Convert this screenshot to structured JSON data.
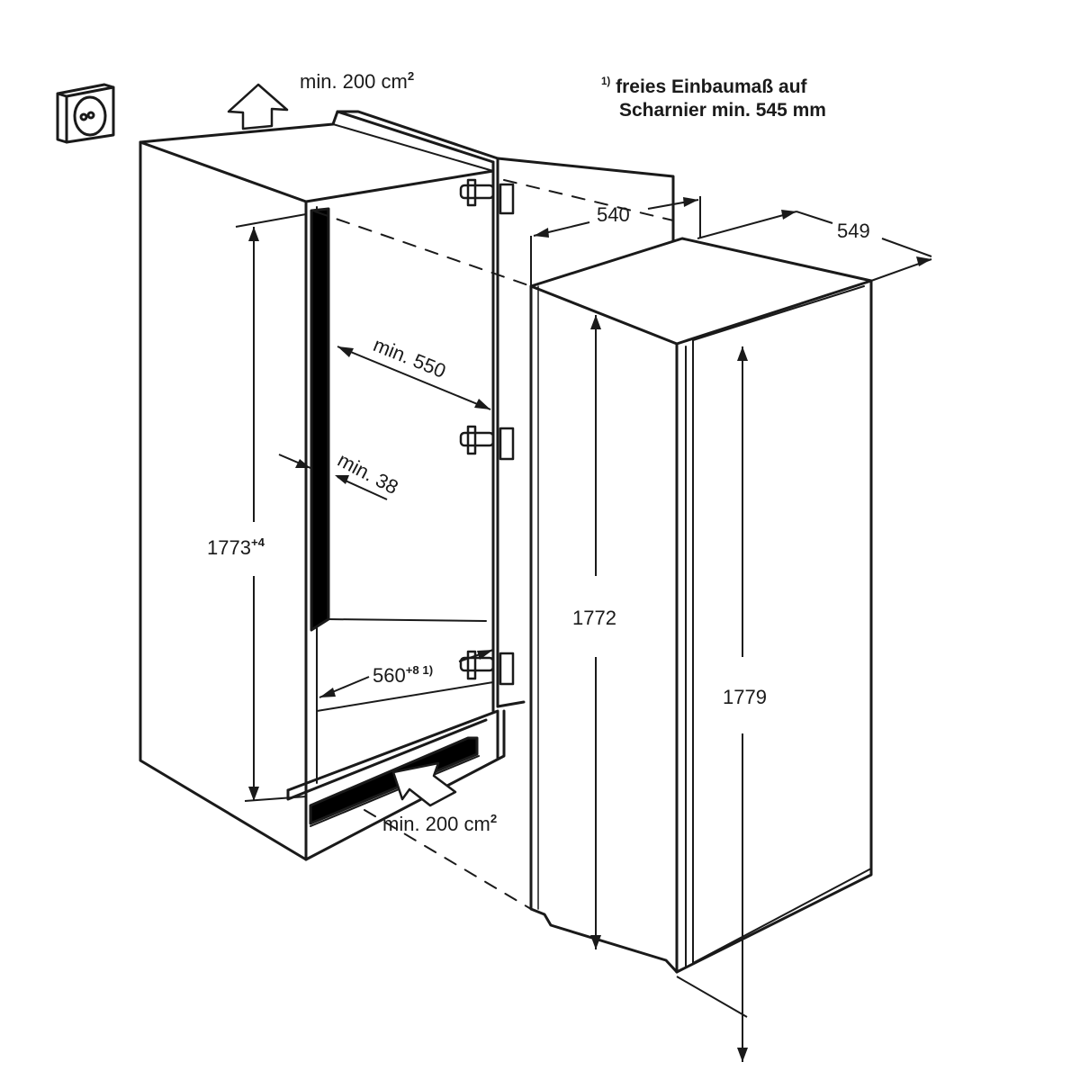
{
  "diagram": {
    "type": "built-in refrigerator installation dimensions",
    "units": "mm",
    "footnote": {
      "marker": "1)",
      "line1": "freies Einbaumaß auf",
      "line2": "Scharnier min. 545 mm"
    },
    "ventilation": {
      "top": {
        "label": "min. 200 cm",
        "sup": "2",
        "icon": "arrow-up-icon"
      },
      "bottom": {
        "label": "min. 200 cm",
        "sup": "2",
        "icon": "arrow-in-icon"
      }
    },
    "niche": {
      "height": {
        "value": "1773",
        "sup": "+4"
      },
      "depth": {
        "value": "min. 550"
      },
      "rear_gap": {
        "value": "min. 38"
      },
      "width": {
        "value": "560",
        "sup": "+8 1)"
      }
    },
    "appliance": {
      "width": {
        "value": "540"
      },
      "depth": {
        "value": "549"
      },
      "body_height": {
        "value": "1772"
      },
      "total_height": {
        "value": "1779"
      }
    },
    "icons": [
      "power-socket-icon",
      "hinge-icon"
    ],
    "colors": {
      "line": "#1a1a1a",
      "background": "#ffffff",
      "fill": "#000000"
    }
  }
}
